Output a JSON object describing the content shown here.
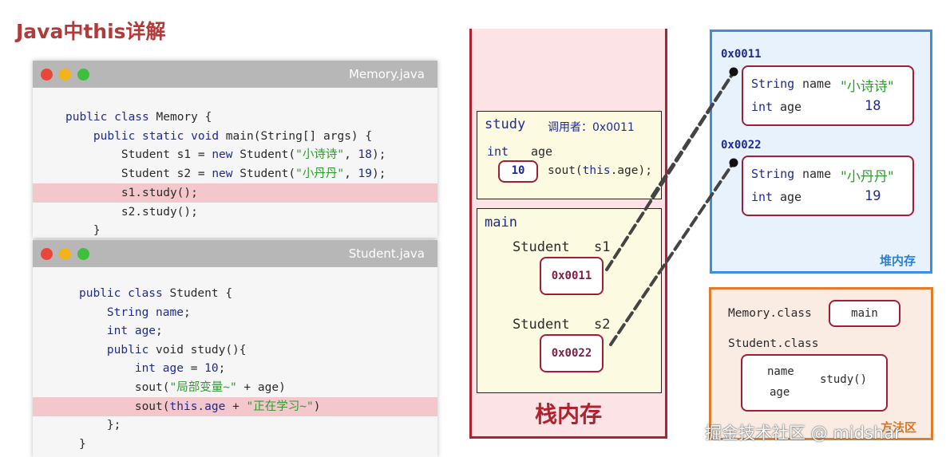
{
  "title": "Java中this详解",
  "window1": {
    "file_name": "Memory.java",
    "lines": [
      [
        {
          "t": "public class ",
          "c": "kw"
        },
        {
          "t": "Memory {",
          "c": "tx"
        }
      ],
      [
        {
          "t": "    public static void ",
          "c": "kw"
        },
        {
          "t": "main(String[] args) {",
          "c": "tx"
        }
      ],
      [
        {
          "t": "        Student s1 = ",
          "c": "tx"
        },
        {
          "t": "new ",
          "c": "kw"
        },
        {
          "t": "Student(",
          "c": "tx"
        },
        {
          "t": "\"小诗诗\"",
          "c": "str"
        },
        {
          "t": ", ",
          "c": "tx"
        },
        {
          "t": "18",
          "c": "num"
        },
        {
          "t": ");",
          "c": "tx"
        }
      ],
      [
        {
          "t": "        Student s2 = ",
          "c": "tx"
        },
        {
          "t": "new ",
          "c": "kw"
        },
        {
          "t": "Student(",
          "c": "tx"
        },
        {
          "t": "\"小丹丹\"",
          "c": "str"
        },
        {
          "t": ", ",
          "c": "tx"
        },
        {
          "t": "19",
          "c": "num"
        },
        {
          "t": ");",
          "c": "tx"
        }
      ],
      [
        {
          "t": "        s1.study();",
          "c": "tx"
        }
      ],
      [
        {
          "t": "        s2.study();",
          "c": "tx"
        }
      ],
      [
        {
          "t": "    }",
          "c": "tx"
        }
      ]
    ]
  },
  "window2": {
    "file_name": "Student.java",
    "lines": [
      [
        {
          "t": "public class ",
          "c": "kw"
        },
        {
          "t": "Student {",
          "c": "tx"
        }
      ],
      [
        {
          "t": "    String name",
          "c": "kw"
        },
        {
          "t": ";",
          "c": "tx"
        }
      ],
      [
        {
          "t": "    int age",
          "c": "kw"
        },
        {
          "t": ";",
          "c": "tx"
        }
      ],
      [
        {
          "t": "    public ",
          "c": "kw"
        },
        {
          "t": "void study(){",
          "c": "tx"
        }
      ],
      [
        {
          "t": "        int age ",
          "c": "kw"
        },
        {
          "t": "= ",
          "c": "tx"
        },
        {
          "t": "10",
          "c": "num"
        },
        {
          "t": ";",
          "c": "tx"
        }
      ],
      [
        {
          "t": "        sout(",
          "c": "tx"
        },
        {
          "t": "\"局部变量~\"",
          "c": "str"
        },
        {
          "t": " + age)",
          "c": "tx"
        }
      ],
      [
        {
          "t": "        sout(",
          "c": "tx"
        },
        {
          "t": "this.age",
          "c": "kw"
        },
        {
          "t": " + ",
          "c": "tx"
        },
        {
          "t": "\"正在学习~\"",
          "c": "str"
        },
        {
          "t": ")",
          "c": "tx"
        }
      ],
      [
        {
          "t": "    };",
          "c": "tx"
        }
      ],
      [
        {
          "t": "}",
          "c": "tx"
        }
      ]
    ]
  },
  "stack": {
    "label": "栈内存",
    "study_frame": {
      "name": "study",
      "caller_label": "调用者：",
      "caller_value": "0x0011",
      "var_type": "int",
      "var_name": "age",
      "var_value": "10",
      "statement_start": "sout(",
      "statement_this": "this",
      "statement_end": ".age);"
    },
    "main_frame": {
      "name": "main",
      "vars": [
        {
          "type": "Student",
          "name": "s1",
          "ref": "0x0011"
        },
        {
          "type": "Student",
          "name": "s2",
          "ref": "0x0022"
        }
      ]
    }
  },
  "heap": {
    "label": "堆内存",
    "objects": [
      {
        "address": "0x0011",
        "field1_type": "String",
        "field1_name": "name",
        "field1_value": "\"小诗诗\"",
        "field2_type": "int",
        "field2_name": "age",
        "field2_value": "18"
      },
      {
        "address": "0x0022",
        "field1_type": "String",
        "field1_name": "name",
        "field1_value": "\"小丹丹\"",
        "field2_type": "int",
        "field2_name": "age",
        "field2_value": "19"
      }
    ]
  },
  "method_area": {
    "label": "方法区",
    "memory_class": "Memory.class",
    "memory_method": "main",
    "student_class": "Student.class",
    "student_field1": "name",
    "student_field2": "age",
    "student_method": "study()"
  },
  "watermark": "掘金技术社区 @ midshar",
  "colors": {
    "title": "#b13a3a",
    "keyword": "#1e2b8f",
    "string": "#2e9b2e",
    "highlight": "#f4c7cc",
    "stack_border": "#b0222e",
    "heap_border": "#3a8ee0",
    "method_border": "#e07d2c"
  }
}
